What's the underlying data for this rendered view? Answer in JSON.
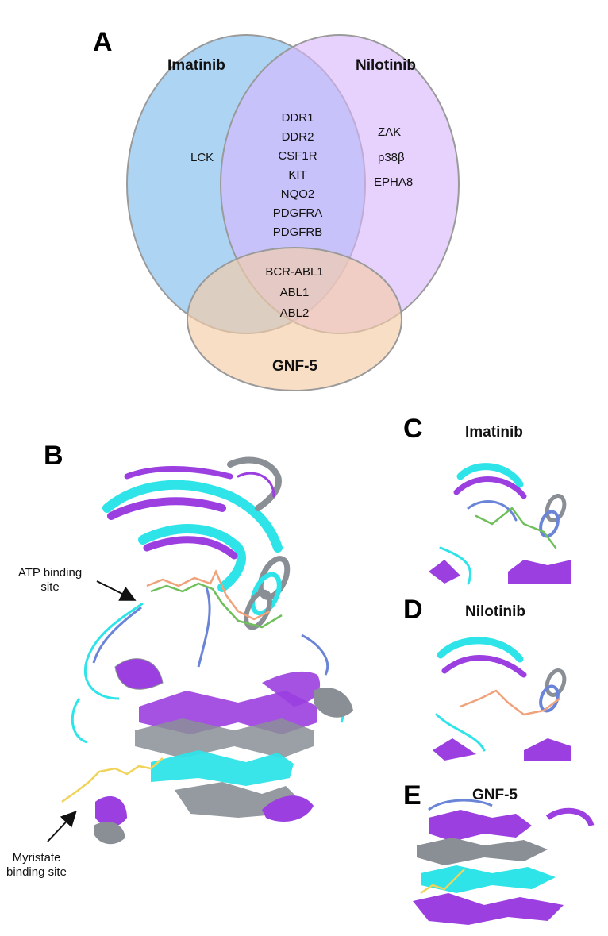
{
  "panel_a": {
    "letter": "A",
    "sets": [
      {
        "name": "Imatinib",
        "color": "#8ec5ee"
      },
      {
        "name": "Nilotinib",
        "color": "#d6b7fb"
      },
      {
        "name": "GNF-5",
        "color": "#f6cda8"
      }
    ],
    "regions": {
      "imatinib_only": [
        "LCK"
      ],
      "nilotinib_only": [
        "ZAK",
        "p38β",
        "EPHA8"
      ],
      "imatinib_nilotinib": [
        "DDR1",
        "DDR2",
        "CSF1R",
        "KIT",
        "NQO2",
        "PDGFRA",
        "PDGFRB"
      ],
      "all_three": [
        "BCR-ABL1",
        "ABL1",
        "ABL2"
      ]
    }
  },
  "panel_b": {
    "letter": "B",
    "annotations": {
      "atp": [
        "ATP binding",
        "site"
      ],
      "myristate": [
        "Myristate",
        "binding site"
      ]
    }
  },
  "panel_c": {
    "letter": "C",
    "title": "Imatinib",
    "ligand_color": "#6fbf5a"
  },
  "panel_d": {
    "letter": "D",
    "title": "Nilotinib",
    "ligand_color": "#f0a27a"
  },
  "panel_e": {
    "letter": "E",
    "title": "GNF-5",
    "ligand_color": "#f0d35a"
  },
  "structure_colors": {
    "purple": "#9b3fe0",
    "cyan": "#2ee4e8",
    "gray": "#8a8f96",
    "coil_blue": "#6a84d8"
  }
}
